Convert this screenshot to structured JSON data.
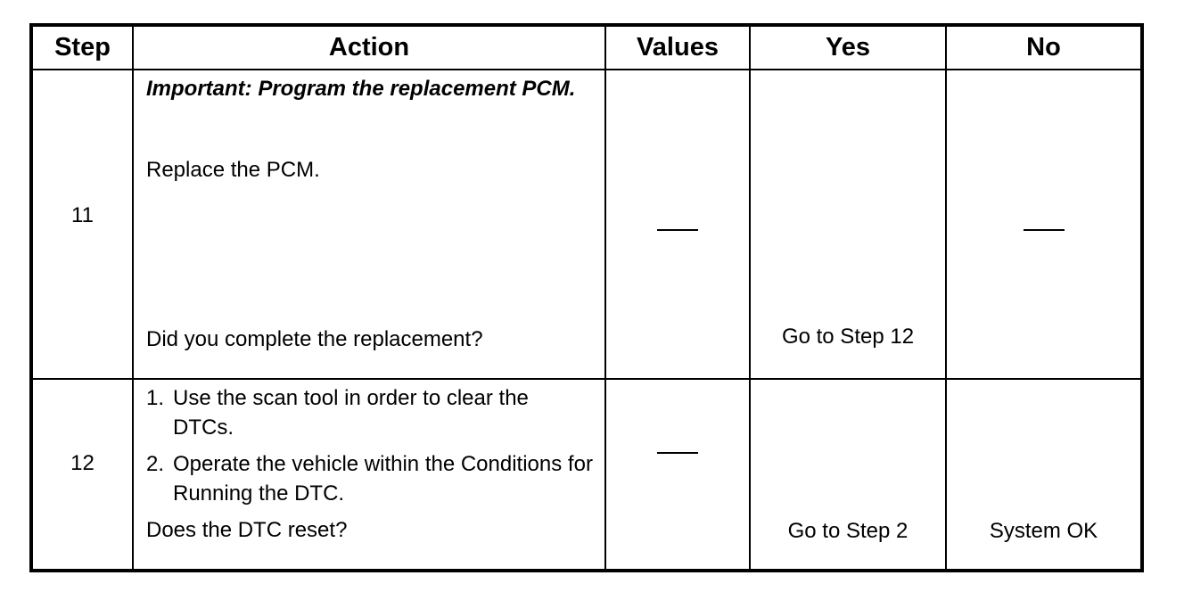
{
  "table": {
    "headers": {
      "step": "Step",
      "action": "Action",
      "values": "Values",
      "yes": "Yes",
      "no": "No"
    },
    "rows": [
      {
        "step": "11",
        "important": "Important: Program the replacement PCM.",
        "instruction": "Replace the PCM.",
        "question": "Did you complete the replacement?",
        "values": "—",
        "yes": "Go to Step 12",
        "no": "—"
      },
      {
        "step": "12",
        "items": [
          {
            "num": "1.",
            "text": "Use the scan tool in order to clear the DTCs."
          },
          {
            "num": "2.",
            "text": "Operate the vehicle within the Conditions for Running the DTC."
          }
        ],
        "question": "Does the DTC reset?",
        "values": "—",
        "yes": "Go to Step 2",
        "no": "System OK"
      }
    ]
  }
}
